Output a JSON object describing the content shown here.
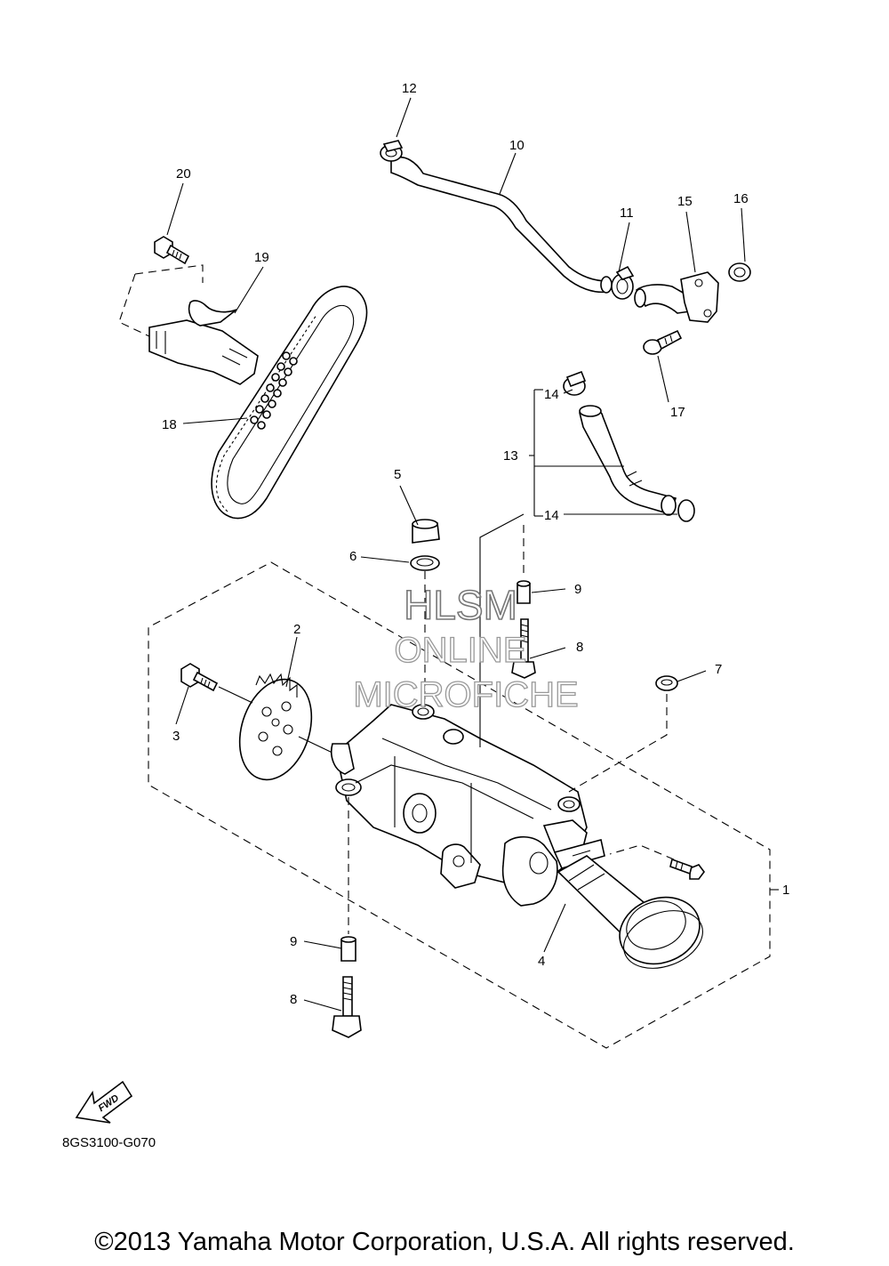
{
  "callouts": {
    "c1": "1",
    "c2": "2",
    "c3": "3",
    "c4": "4",
    "c5": "5",
    "c6": "6",
    "c7": "7",
    "c8a": "8",
    "c8b": "8",
    "c9a": "9",
    "c9b": "9",
    "c10": "10",
    "c11": "11",
    "c12": "12",
    "c13": "13",
    "c14a": "14",
    "c14b": "14",
    "c15": "15",
    "c16": "16",
    "c17": "17",
    "c18": "18",
    "c19": "19",
    "c20": "20"
  },
  "watermark": {
    "line1": "HLSM",
    "line2": "ONLINE",
    "line3": "MICROFICHE"
  },
  "fwd_label": "FWD",
  "diagram_code": "8GS3100-G070",
  "copyright": "©2013 Yamaha Motor Corporation, U.S.A. All rights reserved.",
  "colors": {
    "line": "#000000",
    "background": "#ffffff",
    "watermark_outline": "#888888"
  }
}
